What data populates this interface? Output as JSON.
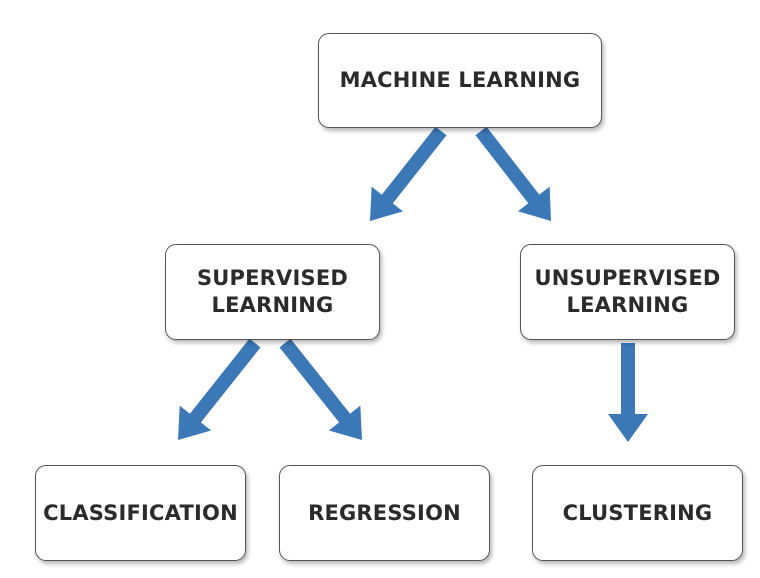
{
  "colors": {
    "arrow": "#3b78b8",
    "box_border": "#555555",
    "text": "#2b2b2b"
  },
  "nodes": {
    "root": "MACHINE LEARNING",
    "supervised": "SUPERVISED\nLEARNING",
    "unsupervised": "UNSUPERVISED\nLEARNING",
    "classification": "CLASSIFICATION",
    "regression": "REGRESSION",
    "clustering": "CLUSTERING"
  },
  "edges": [
    {
      "from": "root",
      "to": "supervised"
    },
    {
      "from": "root",
      "to": "unsupervised"
    },
    {
      "from": "supervised",
      "to": "classification"
    },
    {
      "from": "supervised",
      "to": "regression"
    },
    {
      "from": "unsupervised",
      "to": "clustering"
    }
  ]
}
